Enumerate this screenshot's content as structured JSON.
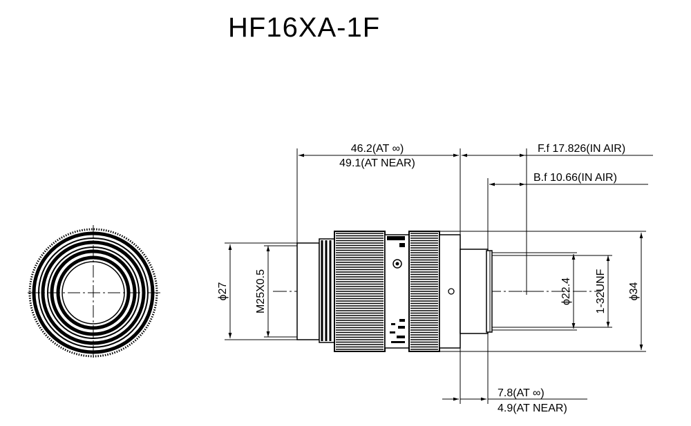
{
  "title": "HF16XA-1F",
  "dimensions": {
    "length_inf": "46.2(AT ∞)",
    "length_near": "49.1(AT NEAR)",
    "flange_focal": "F.f 17.826(IN AIR)",
    "back_focal": "B.f 10.66(IN AIR)",
    "mount_inf": "7.8(AT ∞)",
    "mount_near": "4.9(AT NEAR)",
    "dia_filter": "ϕ27",
    "filter_thread": "M25X0.5",
    "dia_mount": "ϕ22.4",
    "mount_thread": "1-32UNF",
    "dia_body": "ϕ34"
  },
  "colors": {
    "ink": "#000000",
    "paper": "#ffffff"
  }
}
